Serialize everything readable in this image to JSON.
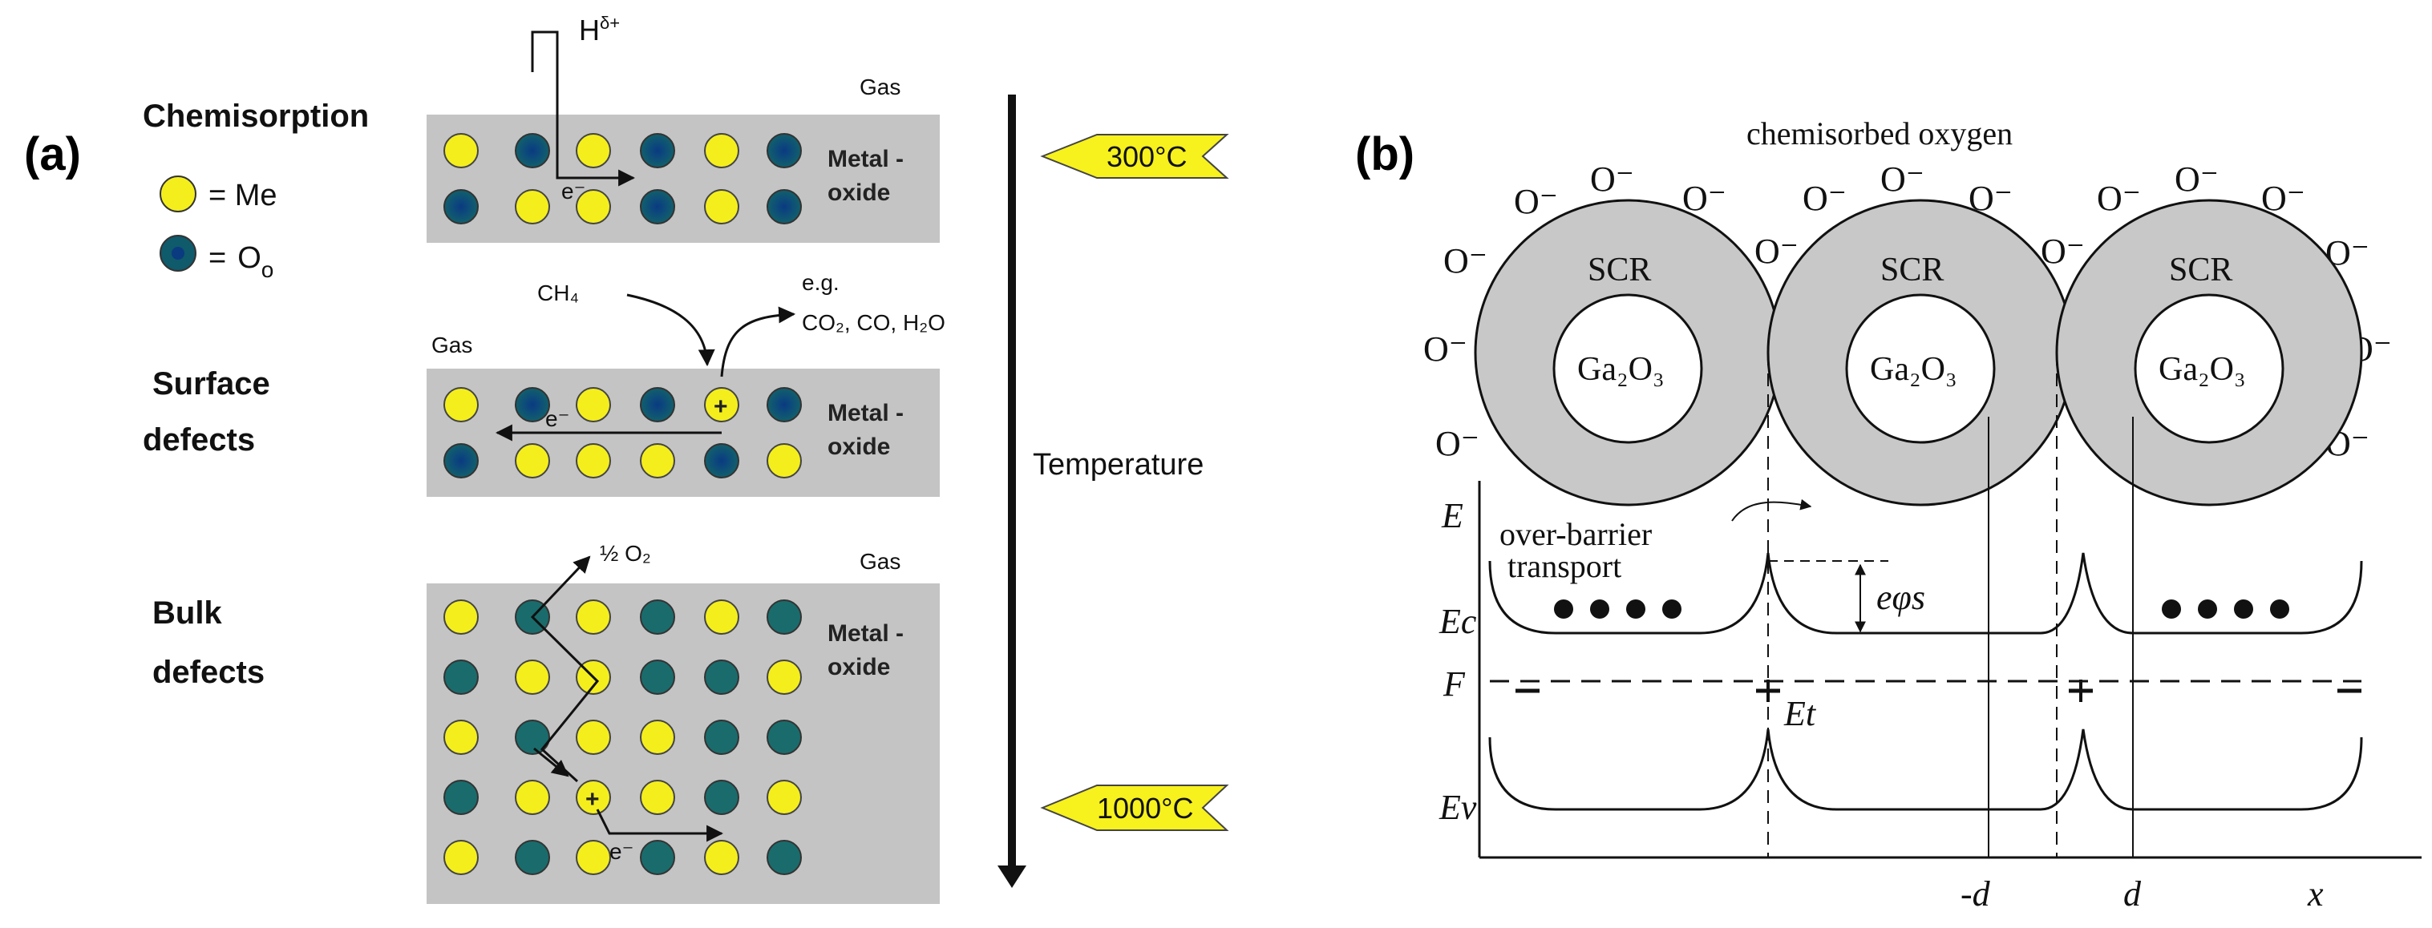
{
  "panel_a": {
    "label": "(a)",
    "legend": {
      "me": "= Me",
      "oo_eq": "=",
      "oo_main": "O",
      "oo_sub": "o"
    },
    "stages": [
      {
        "title": "Chemisorption",
        "gas": "Gas",
        "oxide_line1": "Metal -",
        "oxide_line2": "oxide",
        "molecule_main": "H",
        "molecule_sup": "δ+",
        "electron": "e⁻"
      },
      {
        "title_line1": "Surface",
        "title_line2": "defects",
        "gas": "Gas",
        "oxide_line1": "Metal -",
        "oxide_line2": "oxide",
        "reactant": "CH₄",
        "products_line1": "e.g.",
        "products_line2": "CO₂, CO, H₂O",
        "electron": "e⁻"
      },
      {
        "title_line1": "Bulk",
        "title_line2": "defects",
        "gas": "Gas",
        "oxide_line1": "Metal -",
        "oxide_line2": "oxide",
        "released": "½  O₂",
        "electron": "e⁻"
      }
    ],
    "temperature_label": "Temperature",
    "temp_tags": [
      "300°C",
      "1000°C"
    ],
    "colors": {
      "me": "#f4ef1c",
      "oo": "#0f5a6b",
      "oxide_box": "#c4c4c4",
      "tag": "#f7f11d"
    }
  },
  "panel_b": {
    "label": "(b)",
    "title": "chemisorbed oxygen",
    "ion": "O⁻",
    "grain_shell": "SCR",
    "grain_core": "Ga₂O₃",
    "transport_line1": "over-barrier",
    "transport_line2": "transport",
    "barrier": "eφs",
    "energy_labels": {
      "E": "E",
      "Ec": "Ec",
      "F": "F",
      "Et": "Et",
      "Ev": "Ev"
    },
    "axis_labels": {
      "neg_d": "-d",
      "d": "d",
      "x": "x"
    },
    "colors": {
      "shell": "#c8c8c8"
    }
  }
}
